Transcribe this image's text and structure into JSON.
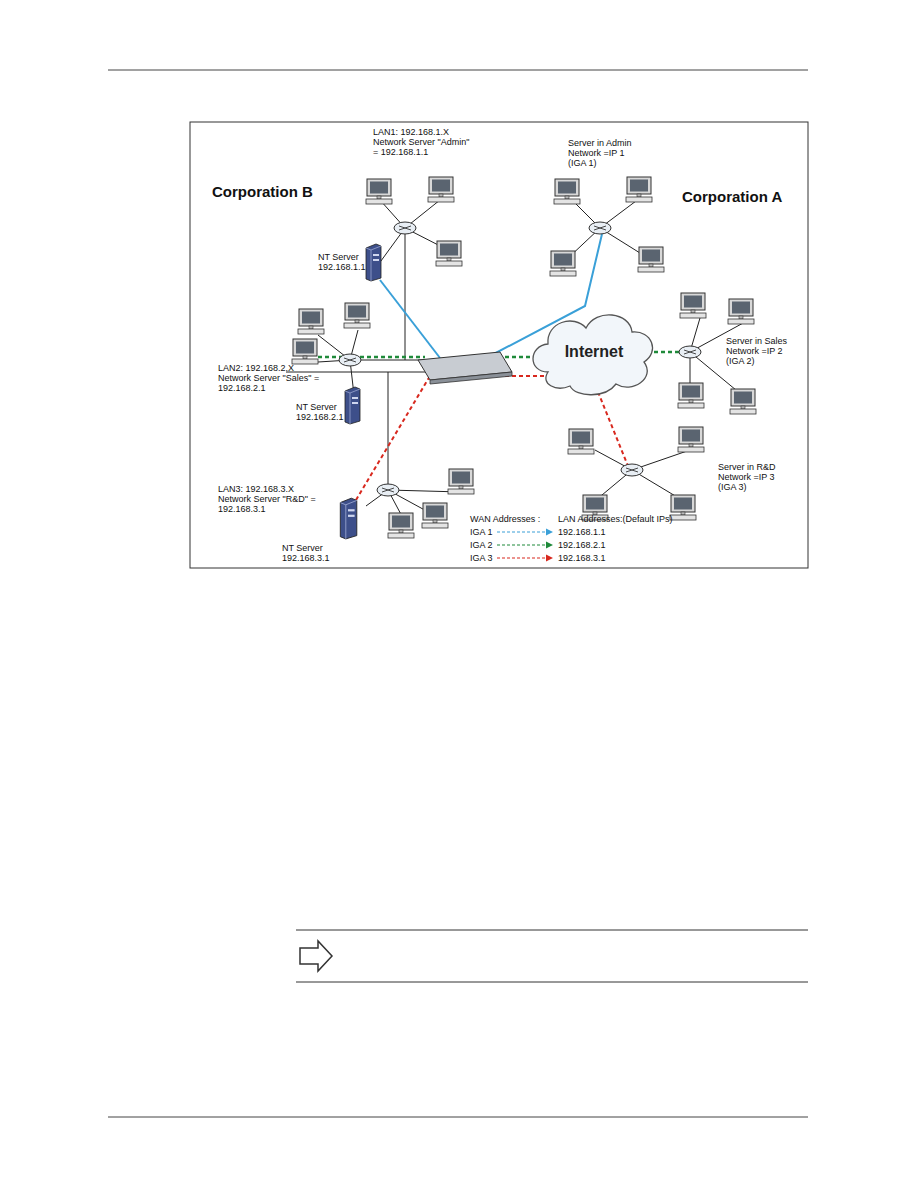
{
  "diagram": {
    "nodes": [
      {
        "text": [
          "Internet"
        ]
      }
    ],
    "labels": [
      "Corporation B",
      "Corporation A",
      "LAN1: 192.168.1.X Network Server \"Admin\" = 192.168.1.1",
      "NT Server 192.168.1.1",
      "Server in Admin Network =IP 1 (IGA 1)",
      "Server in Sales Network =IP 2 (IGA 2)",
      "LAN2: 192.168.2.X Network Server \"Sales\" = 192.168.2.1",
      "NT Server 192.168.2.1",
      "LAN3: 192.168.3.X Network Server \"R&D\" = 192.168.3.1",
      "NT Server 192.168.3.1",
      "Server in R&D Network =IP 3 (IGA 3)",
      "WAN Addresses :",
      "LAN Addresses:(Default IPs)",
      "IGA 1",
      "192.168.1.1",
      "IGA 2",
      "192.168.2.1",
      "IGA 3",
      "192.168.3.1"
    ]
  }
}
